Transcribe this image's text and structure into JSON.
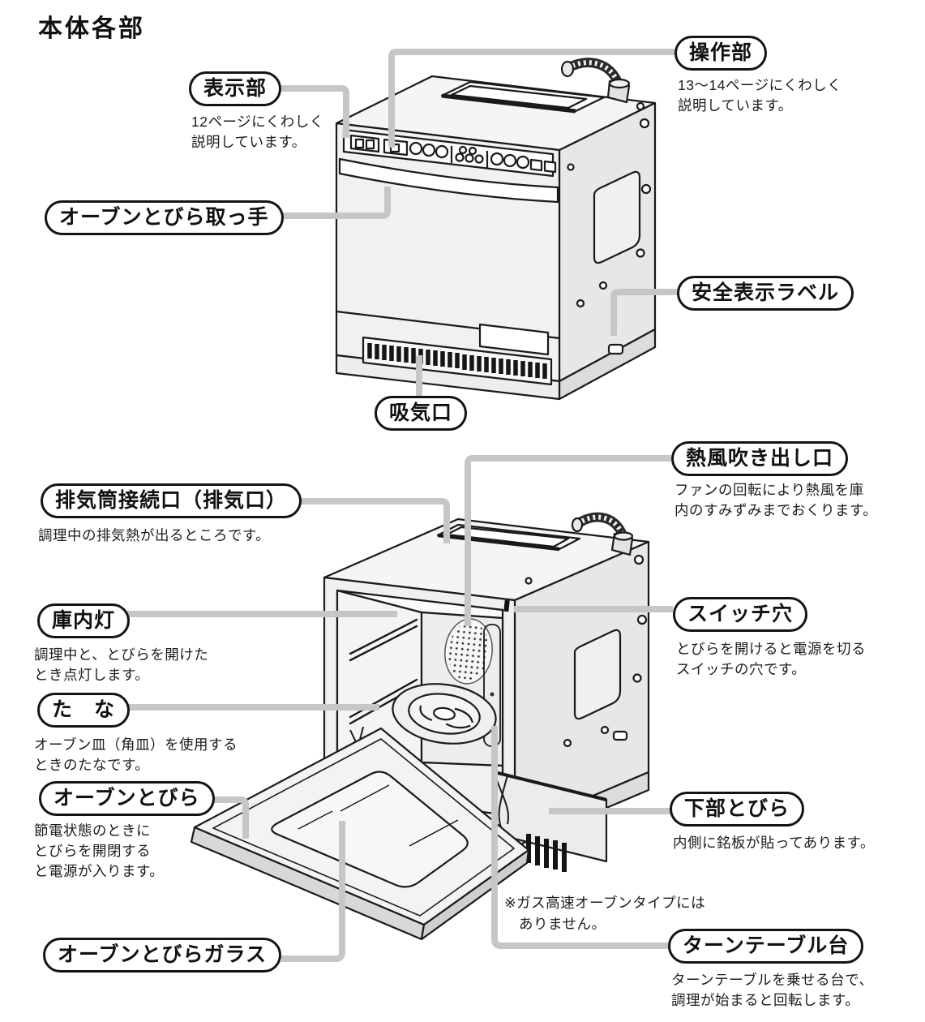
{
  "title": "本体各部",
  "colors": {
    "leader": "#c6c6c6",
    "line": "#1a1a1a",
    "bubble_bg": "#ffffff"
  },
  "callouts": {
    "display": {
      "label": "表示部",
      "desc": "12ページにくわしく\n説明しています。"
    },
    "controls": {
      "label": "操作部",
      "desc": "13～14ページにくわしく\n説明しています。"
    },
    "door_handle": {
      "label": "オーブンとびら取っ手"
    },
    "safety_label": {
      "label": "安全表示ラベル"
    },
    "air_intake": {
      "label": "吸気口"
    },
    "hot_air_outlet": {
      "label": "熱風吹き出し口",
      "desc": "ファンの回転により熱風を庫\n内のすみずみまでおくります。"
    },
    "exhaust_port": {
      "label": "排気筒接続口（排気口）",
      "desc": "調理中の排気熱が出るところです。"
    },
    "cavity_lamp": {
      "label": "庫内灯",
      "desc": "調理中と、とびらを開けた\nとき点灯します。"
    },
    "switch_hole": {
      "label": "スイッチ穴",
      "desc": "とびらを開けると電源を切る\nスイッチの穴です。"
    },
    "shelf": {
      "label": "た　な",
      "desc": "オーブン皿（角皿）を使用する\nときのたなです。"
    },
    "oven_door": {
      "label": "オーブンとびら",
      "desc": "節電状態のときに\nとびらを開閉する\nと電源が入ります。"
    },
    "lower_door": {
      "label": "下部とびら",
      "desc": "内側に銘板が貼ってあります。"
    },
    "turntable_base": {
      "label": "ターンテーブル台",
      "desc": "ターンテーブルを乗せる台で、\n調理が始まると回転します。"
    },
    "door_glass": {
      "label": "オーブンとびらガラス"
    }
  },
  "note": "※ガス高速オーブンタイプには\n　ありません。"
}
